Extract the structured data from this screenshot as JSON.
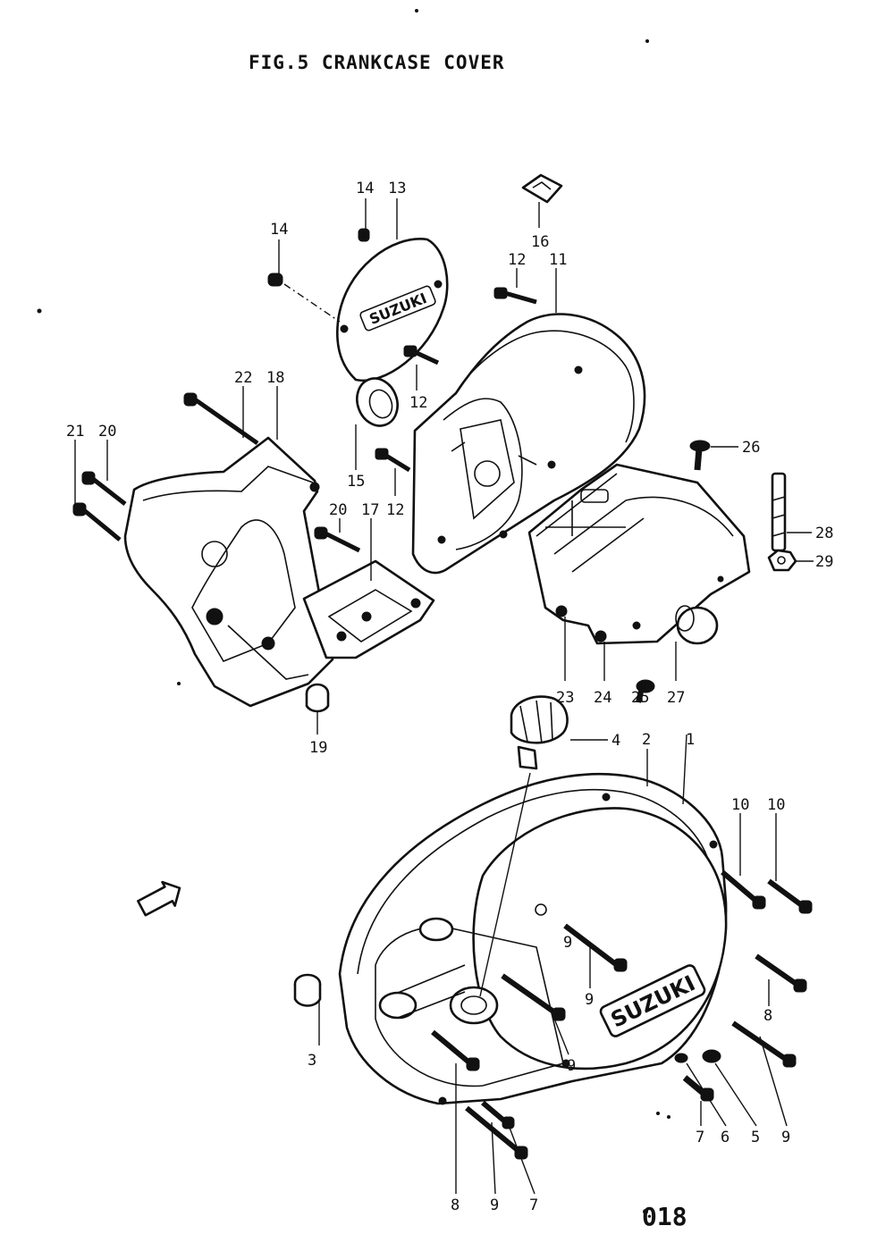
{
  "title": "FIG.5  CRANKCASE COVER",
  "page_code": "018",
  "logo_text": "SUZUKI",
  "fwd_label": "FWD",
  "callouts": [
    "1",
    "2",
    "3",
    "4",
    "5",
    "6",
    "7",
    "7",
    "8",
    "8",
    "9",
    "9",
    "9",
    "9",
    "9",
    "10",
    "10",
    "11",
    "12",
    "12",
    "12",
    "13",
    "14",
    "14",
    "15",
    "16",
    "17",
    "18",
    "19",
    "20",
    "20",
    "21",
    "22",
    "23",
    "24",
    "25",
    "26",
    "27",
    "28",
    "29"
  ]
}
